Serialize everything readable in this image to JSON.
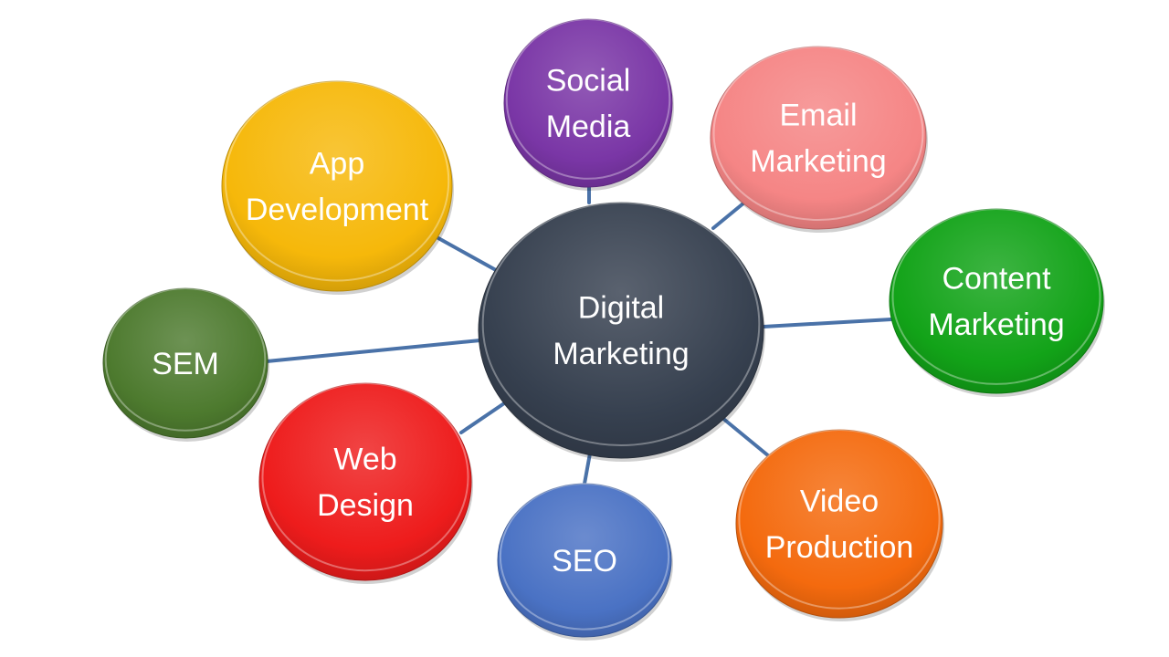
{
  "diagram": {
    "center": {
      "lines": [
        "Digital",
        "Marketing"
      ],
      "color": "#36404f"
    },
    "connector_color": "#4a72a8",
    "nodes": [
      {
        "id": "social-media",
        "lines": [
          "Social",
          "Media"
        ],
        "color": "#7a36a6"
      },
      {
        "id": "email-marketing",
        "lines": [
          "Email",
          "Marketing"
        ],
        "color": "#f58585"
      },
      {
        "id": "content-marketing",
        "lines": [
          "Content",
          "Marketing"
        ],
        "color": "#12a318"
      },
      {
        "id": "video-production",
        "lines": [
          "Video",
          "Production"
        ],
        "color": "#f46a0e"
      },
      {
        "id": "seo",
        "lines": [
          "SEO"
        ],
        "color": "#4a72c4"
      },
      {
        "id": "web-design",
        "lines": [
          "Web",
          "Design"
        ],
        "color": "#ee1c1c"
      },
      {
        "id": "sem",
        "lines": [
          "SEM"
        ],
        "color": "#4d7a2e"
      },
      {
        "id": "app-development",
        "lines": [
          "App",
          "Development"
        ],
        "color": "#f6b80a"
      }
    ]
  }
}
